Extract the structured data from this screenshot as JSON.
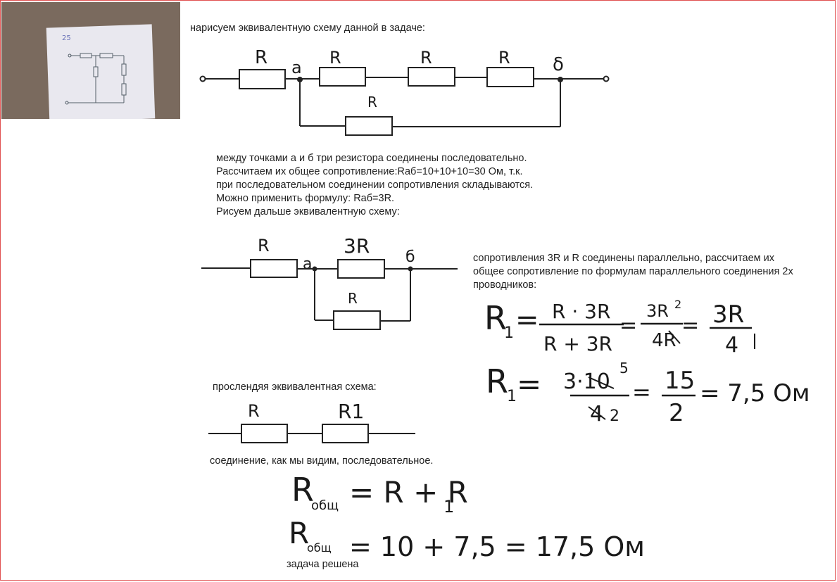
{
  "photo": {
    "label": "25"
  },
  "texts": {
    "intro": "нарисуем эквивалентную схему данной в задаче:",
    "p1_l1": "между точками а и б три резистора соединены последовательно.",
    "p1_l2": "Рассчитаем их общее сопротивление:Rаб=10+10+10=30 Ом, т.к.",
    "p1_l3": "при последовательном соединении сопротивления складываются.",
    "p1_l4": "Можно применить формулу: Rаб=3R.",
    "p1_l5": "Рисуем дальше эквивалентную схему:",
    "p2_l1": "сопротивления 3R и R  соединены параллельно, рассчитаем их",
    "p2_l2": "общее сопротивление по формулам параллельного соединения 2х",
    "p2_l3": "проводников:",
    "p3": "прослендяя эквивалентная схема:",
    "p4": "соединение, как мы видим, последовательное.",
    "p5": "задача решена"
  },
  "circuit1": {
    "r_left": "R",
    "node_a": "a",
    "r1": "R",
    "r2": "R",
    "r3": "R",
    "node_b": "δ",
    "r_bottom": "R"
  },
  "circuit2": {
    "r_left": "R",
    "node_a": "a",
    "r_top": "3R",
    "node_b": "б",
    "r_bottom": "R"
  },
  "circuit3": {
    "r_left": "R",
    "r_right": "R1"
  },
  "formula1": {
    "lhs": "R",
    "lhs_sub": "1",
    "eq": "=",
    "frac1_num": "R · 3R",
    "frac1_den": "R + 3R",
    "frac2_num": "3R",
    "frac2_num_sup": "2",
    "frac2_den": "4R",
    "frac3_num": "3R",
    "frac3_den": "4"
  },
  "formula2": {
    "lhs": "R",
    "lhs_sub": "1",
    "eq": "=",
    "num": "3·10",
    "num_sup": "5",
    "den": "4",
    "den_sub": "2",
    "frac2_num": "15",
    "frac2_den": "2",
    "result": "= 7,5 Ом"
  },
  "formula3": {
    "lhs": "R",
    "lhs_sub": "общ",
    "rhs": "= R + R",
    "rhs_sub": "1"
  },
  "formula4": {
    "lhs": "R",
    "lhs_sub": "общ",
    "rhs": "= 10 + 7,5 = 17,5 Ом"
  }
}
